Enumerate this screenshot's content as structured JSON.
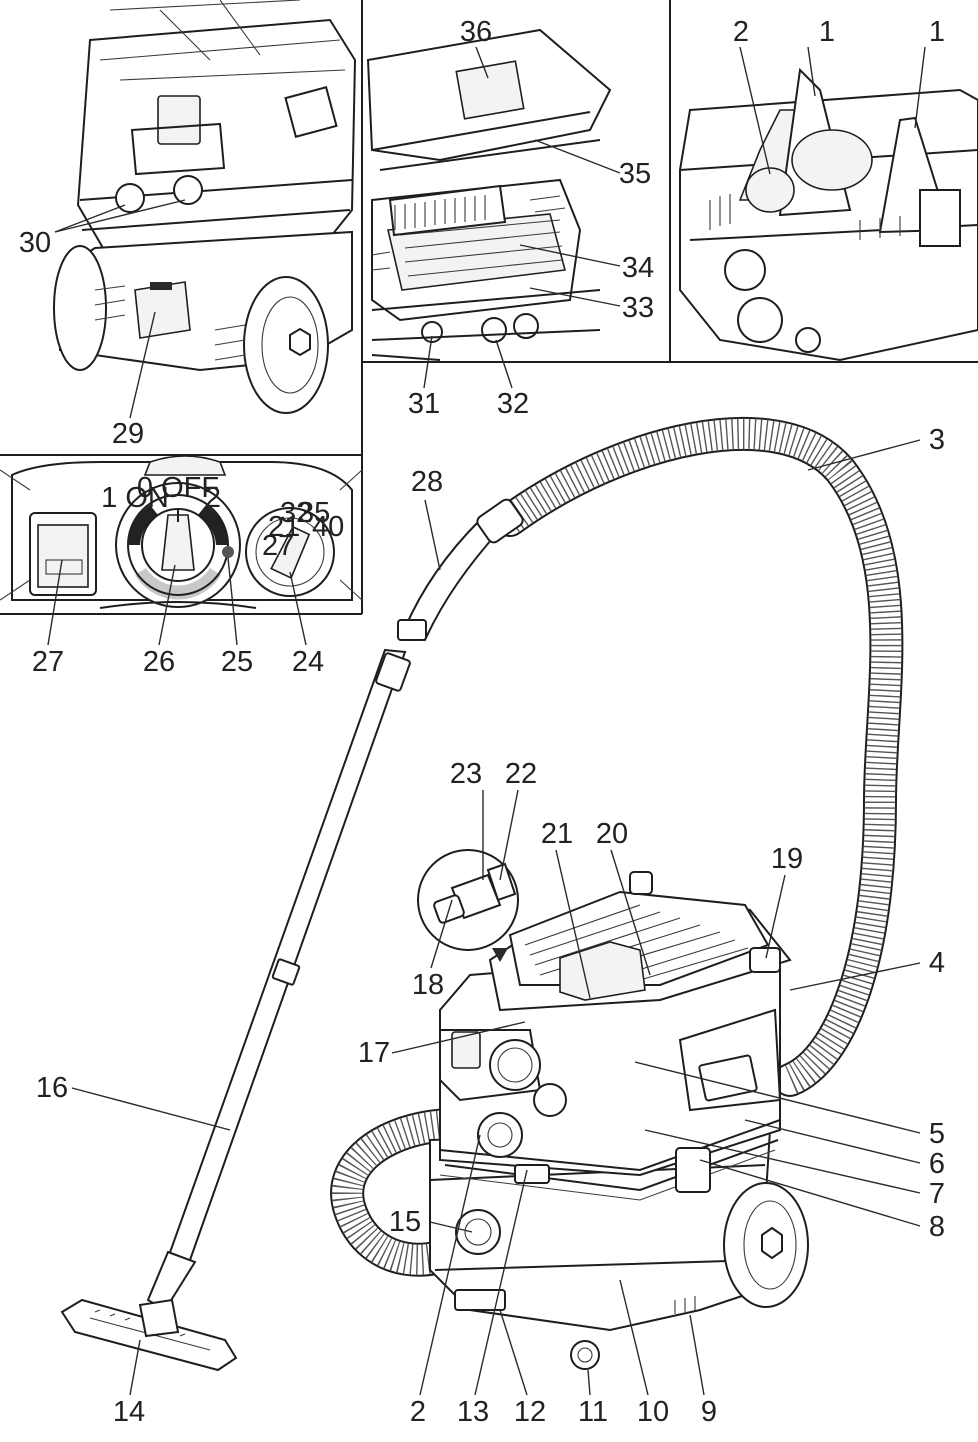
{
  "callouts": [
    "1",
    "1",
    "2",
    "3",
    "4",
    "5",
    "6",
    "7",
    "8",
    "9",
    "10",
    "11",
    "12",
    "13",
    "14",
    "15",
    "16",
    "17",
    "18",
    "19",
    "20",
    "21",
    "22",
    "23",
    "24",
    "25",
    "26",
    "27",
    "28",
    "29",
    "30",
    "31",
    "32",
    "33",
    "34",
    "35",
    "36",
    "2"
  ],
  "dial_text": {
    "off": "0 OFF",
    "on": "1 ON",
    "two": "2",
    "scale": [
      "21",
      "27",
      "32",
      "35",
      "40"
    ]
  }
}
